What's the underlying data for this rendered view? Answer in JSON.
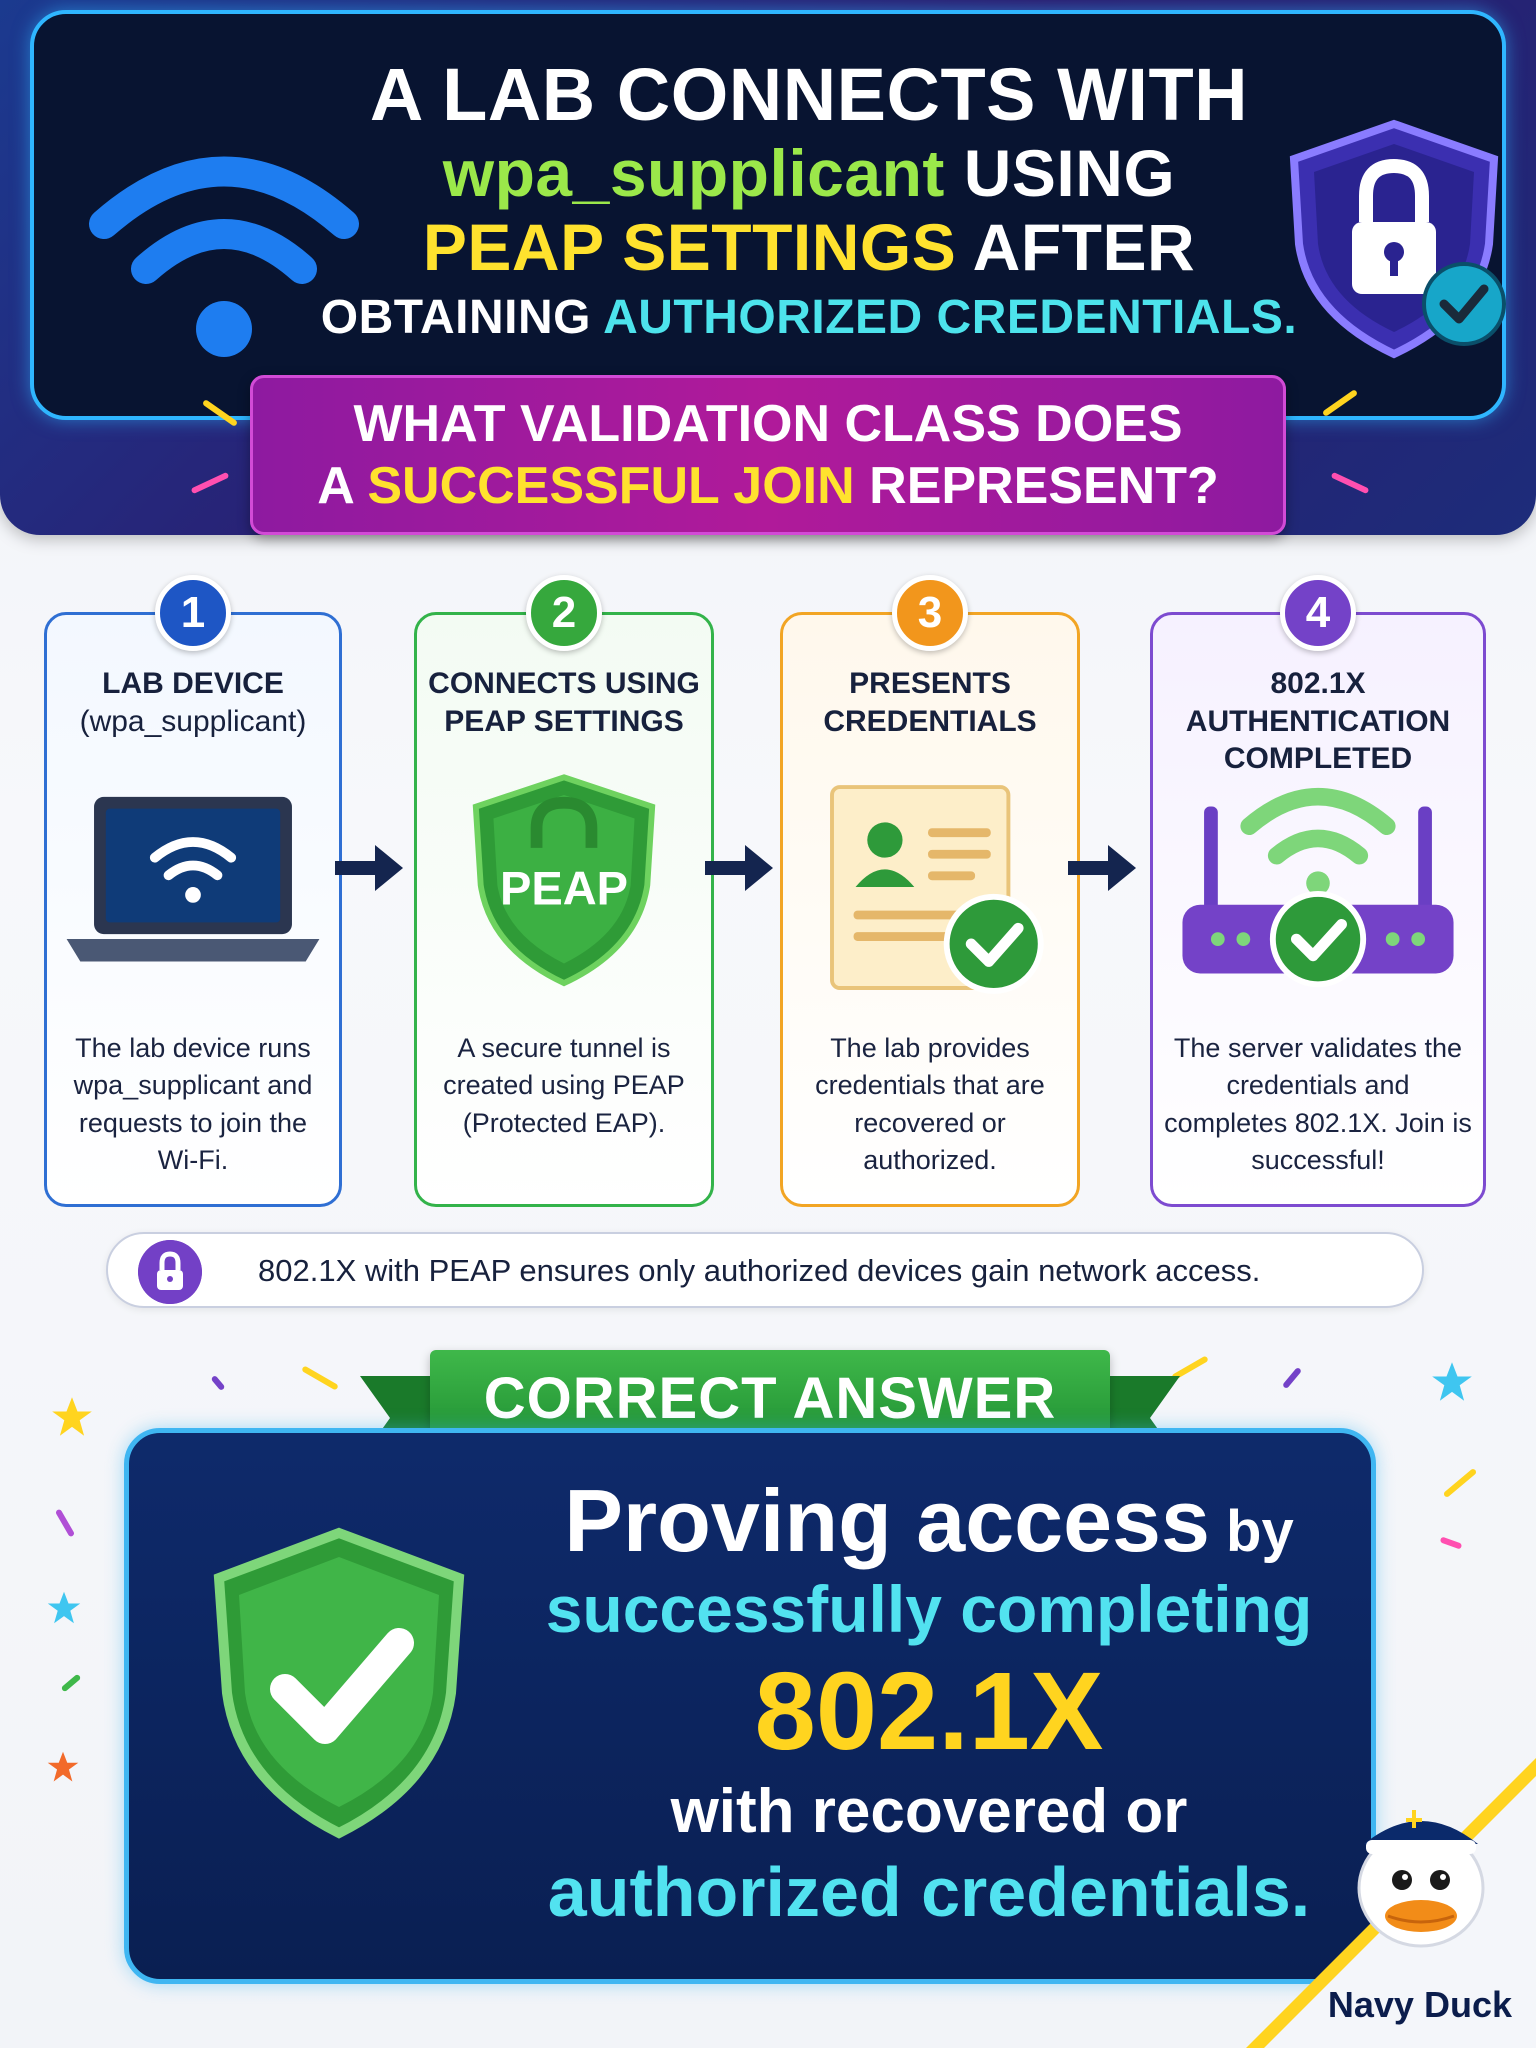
{
  "header": {
    "title_line1": "A LAB CONNECTS WITH",
    "title_line2_hl": "wpa_supplicant",
    "title_line2_rest": " USING",
    "title_line3_hl": "PEAP SETTINGS",
    "title_line3_rest": " AFTER",
    "title_line4_start": "OBTAINING ",
    "title_line4_hl": "AUTHORIZED CREDENTIALS."
  },
  "question": {
    "line1": "WHAT VALIDATION CLASS DOES",
    "line2_start": "A ",
    "line2_hl": "SUCCESSFUL JOIN",
    "line2_rest": " REPRESENT?"
  },
  "steps": [
    {
      "number": "1",
      "title": "LAB DEVICE",
      "subtitle": "(wpa_supplicant)",
      "desc": "The lab device runs wpa_supplicant and requests to join the Wi-Fi.",
      "icon": "laptop-wifi-icon"
    },
    {
      "number": "2",
      "title": "CONNECTS USING",
      "subtitle": "PEAP SETTINGS",
      "desc": "A secure tunnel is created using PEAP (Protected EAP).",
      "icon": "peap-shield-icon",
      "shield_label": "PEAP"
    },
    {
      "number": "3",
      "title": "PRESENTS",
      "subtitle": "CREDENTIALS",
      "desc": "The lab provides credentials that are recovered or authorized.",
      "icon": "credential-card-icon"
    },
    {
      "number": "4",
      "title": "802.1X AUTHENTICATION",
      "subtitle": "COMPLETED",
      "desc": "The server validates the credentials and completes 802.1X. Join is successful!",
      "icon": "router-check-icon"
    }
  ],
  "note": {
    "text": "802.1X with PEAP ensures only authorized devices gain network access.",
    "icon": "lock-icon"
  },
  "answer": {
    "ribbon": "CORRECT ANSWER",
    "line1_big": "Proving access",
    "line1_small": " by",
    "line2": "successfully completing",
    "line3": "802.1X",
    "line4": "with recovered or",
    "line5": "authorized credentials."
  },
  "brand": {
    "name": "Navy Duck"
  },
  "colors": {
    "header_bg": "#081431",
    "accent_cyan": "#2fb6ff",
    "question_banner": "#b01a9a",
    "step1": "#2f6fd3",
    "step2": "#33b34a",
    "step3": "#f2a524",
    "step4": "#7d4bd0",
    "answer_bg": "#0e2a6b",
    "highlight_yellow": "#ffd41f"
  }
}
